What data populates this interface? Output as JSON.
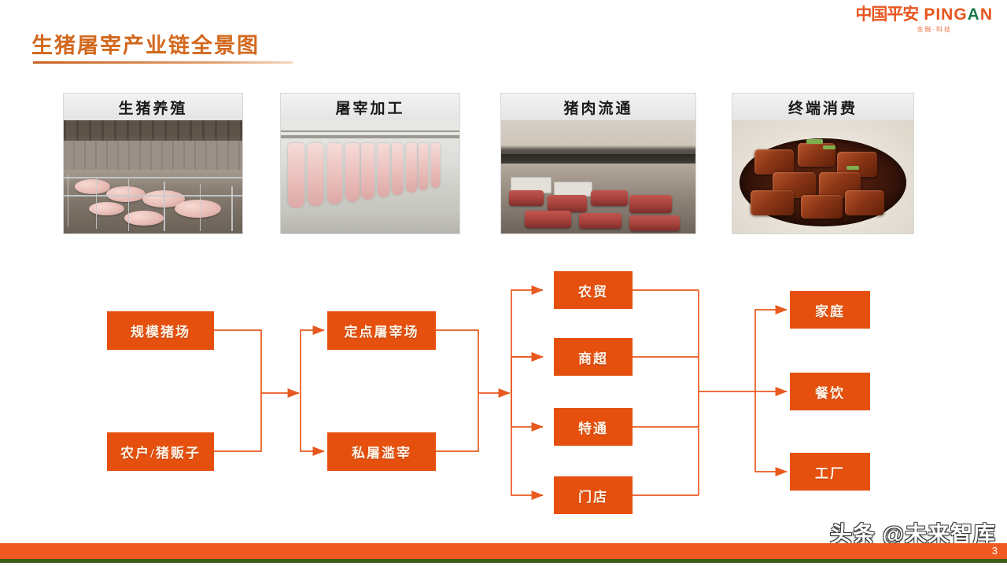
{
  "brand": {
    "logo_cn": "中国平安",
    "logo_en_part1": "PING",
    "logo_en_a": "A",
    "logo_en_part2": "N",
    "logo_sub": "金融·科技",
    "accent_orange": "#e8551f",
    "accent_green": "#1a7a4c"
  },
  "header": {
    "title": "生猪屠宰产业链全景图",
    "title_color": "#d2691e"
  },
  "stages": [
    {
      "label": "生猪养殖",
      "photo": "pig-farm-photo"
    },
    {
      "label": "屠宰加工",
      "photo": "slaughter-line-photo"
    },
    {
      "label": "猪肉流通",
      "photo": "meat-counter-photo"
    },
    {
      "label": "终端消费",
      "photo": "braised-pork-photo"
    }
  ],
  "flow": {
    "node_color": "#E6500F",
    "line_color": "#E8591F",
    "upstream": [
      {
        "id": "scale-farm",
        "label": "规模猪场"
      },
      {
        "id": "household-dealer",
        "label": "农户/猪贩子"
      }
    ],
    "processing": [
      {
        "id": "designated-slaughterhouse",
        "label": "定点屠宰场"
      },
      {
        "id": "illegal-slaughter",
        "label": "私屠滥宰"
      }
    ],
    "channels": [
      {
        "id": "wet-market",
        "label": "农贸"
      },
      {
        "id": "supermarket",
        "label": "商超"
      },
      {
        "id": "special-channel",
        "label": "特通"
      },
      {
        "id": "store",
        "label": "门店"
      }
    ],
    "consumers": [
      {
        "id": "family",
        "label": "家庭"
      },
      {
        "id": "catering",
        "label": "餐饮"
      },
      {
        "id": "factory",
        "label": "工厂"
      }
    ]
  },
  "footer": {
    "page_number": "3",
    "watermark": "头条 @未来智库",
    "bar_color": "#ef5a23",
    "rule_color": "#3c5e19"
  }
}
